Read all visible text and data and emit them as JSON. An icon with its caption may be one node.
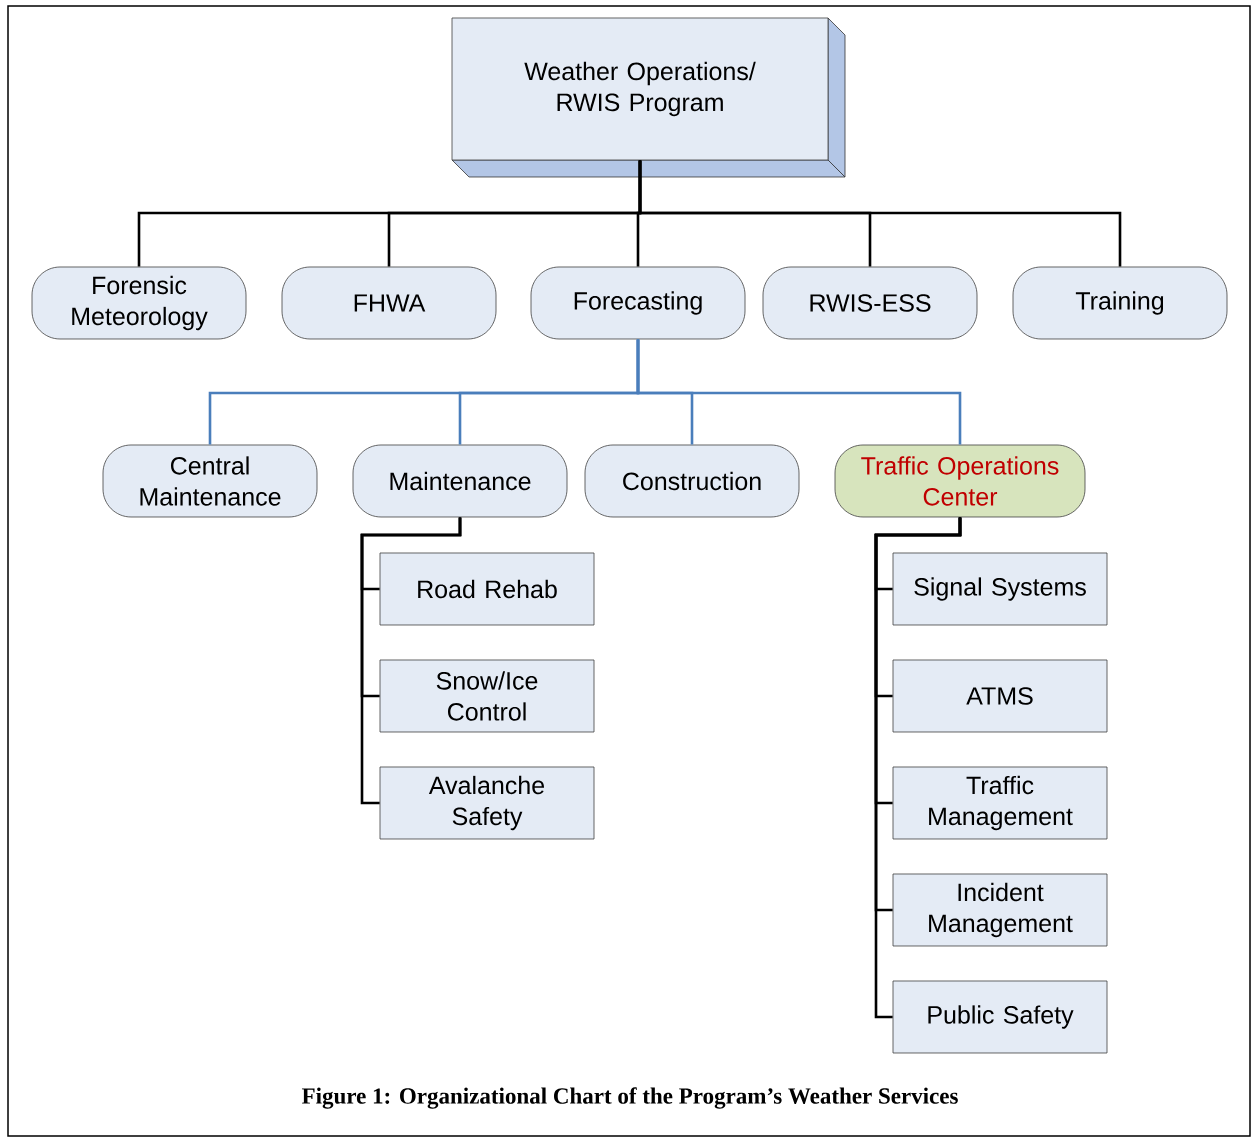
{
  "diagram": {
    "caption": "Figure 1: Organizational Chart of the Program’s Weather Services",
    "nodes": [
      {
        "text": [
          "Weather Operations/ RWIS Program"
        ]
      },
      {
        "text": [
          "Forensic Meteorology"
        ]
      },
      {
        "text": [
          "FHWA"
        ]
      },
      {
        "text": [
          "Forecasting"
        ]
      },
      {
        "text": [
          "RWIS-ESS"
        ]
      },
      {
        "text": [
          "Training"
        ]
      },
      {
        "text": [
          "Central Maintenance"
        ]
      },
      {
        "text": [
          "Maintenance"
        ]
      },
      {
        "text": [
          "Construction"
        ]
      },
      {
        "text": [
          "Traffic Operations Center"
        ]
      },
      {
        "text": [
          "Road Rehab"
        ]
      },
      {
        "text": [
          "Snow/Ice Control"
        ]
      },
      {
        "text": [
          "Avalanche Safety"
        ]
      },
      {
        "text": [
          "Signal Systems"
        ]
      },
      {
        "text": [
          "ATMS"
        ]
      },
      {
        "text": [
          "Traffic Management"
        ]
      },
      {
        "text": [
          "Incident Management"
        ]
      },
      {
        "text": [
          "Public Safety"
        ]
      }
    ],
    "edges": [
      {
        "from": 0,
        "to": 1,
        "arrow": "none"
      },
      {
        "from": 0,
        "to": 2,
        "arrow": "none"
      },
      {
        "from": 0,
        "to": 3,
        "arrow": "none"
      },
      {
        "from": 0,
        "to": 4,
        "arrow": "none"
      },
      {
        "from": 0,
        "to": 5,
        "arrow": "none"
      },
      {
        "from": 3,
        "to": 6,
        "arrow": "none",
        "color": "#4a7ebb"
      },
      {
        "from": 3,
        "to": 7,
        "arrow": "none",
        "color": "#4a7ebb"
      },
      {
        "from": 3,
        "to": 8,
        "arrow": "none",
        "color": "#4a7ebb"
      },
      {
        "from": 3,
        "to": 9,
        "arrow": "none",
        "color": "#4a7ebb"
      },
      {
        "from": 7,
        "to": 10,
        "arrow": "none"
      },
      {
        "from": 7,
        "to": 11,
        "arrow": "none"
      },
      {
        "from": 7,
        "to": 12,
        "arrow": "none"
      },
      {
        "from": 9,
        "to": 13,
        "arrow": "none"
      },
      {
        "from": 9,
        "to": 14,
        "arrow": "none"
      },
      {
        "from": 9,
        "to": 15,
        "arrow": "none"
      },
      {
        "from": 9,
        "to": 16,
        "arrow": "none"
      },
      {
        "from": 9,
        "to": 17,
        "arrow": "none"
      }
    ]
  }
}
